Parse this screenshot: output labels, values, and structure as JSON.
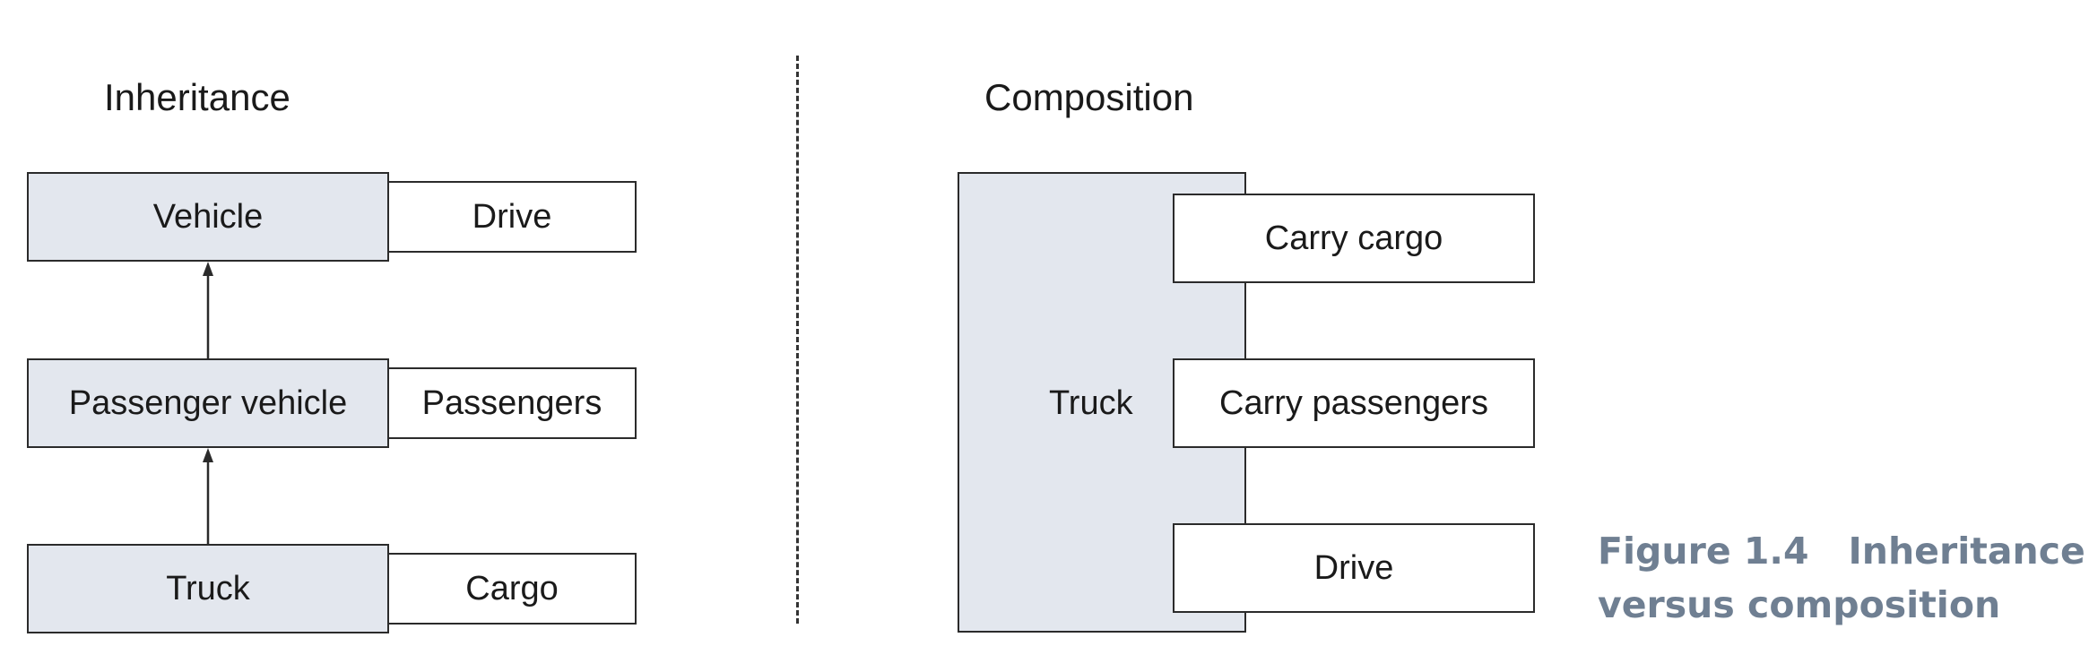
{
  "inheritance": {
    "heading": "Inheritance",
    "rows": [
      {
        "class": "Vehicle",
        "member": "Drive"
      },
      {
        "class": "Passenger vehicle",
        "member": "Passengers"
      },
      {
        "class": "Truck",
        "member": "Cargo"
      }
    ]
  },
  "composition": {
    "heading": "Composition",
    "container": "Truck",
    "components": [
      "Carry cargo",
      "Carry passengers",
      "Drive"
    ]
  },
  "caption": {
    "number": "Figure 1.4",
    "title_line1": "Inheritance",
    "title_line2": "versus composition"
  },
  "colors": {
    "class_fill": "#e3e7ee",
    "caption": "#6f7f92"
  }
}
